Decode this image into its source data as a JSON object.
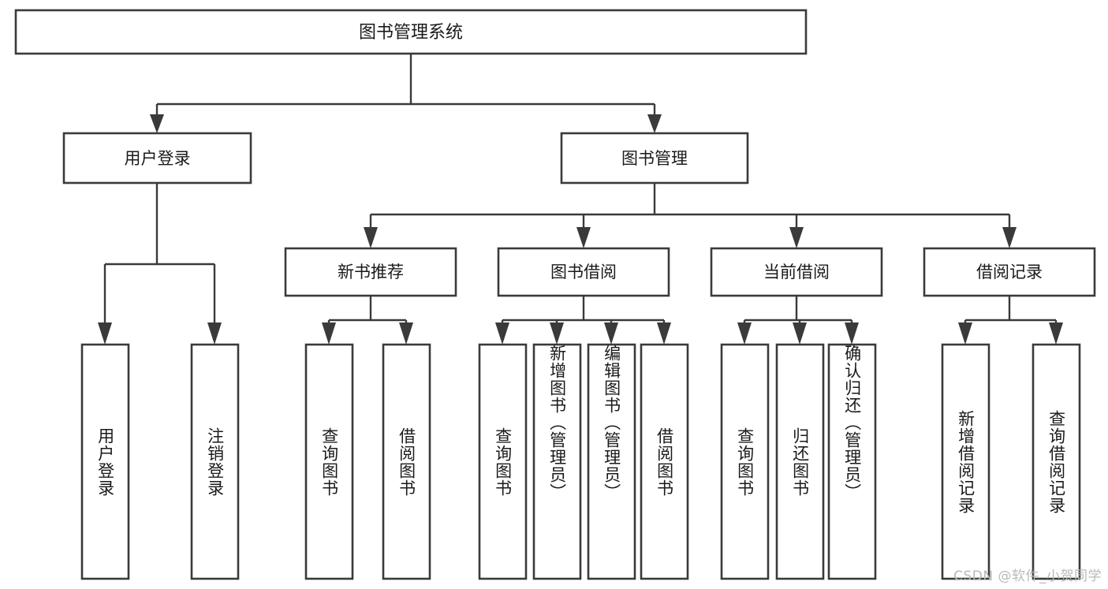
{
  "diagram": {
    "type": "tree-hierarchy-chart",
    "title_node": {
      "id": "root",
      "label": "图书管理系统"
    },
    "level2": [
      {
        "id": "user-login",
        "label": "用户登录"
      },
      {
        "id": "book-manage",
        "label": "图书管理"
      }
    ],
    "level3": [
      {
        "id": "new-book-recommend",
        "label": "新书推荐",
        "parent": "book-manage"
      },
      {
        "id": "book-borrow",
        "label": "图书借阅",
        "parent": "book-manage"
      },
      {
        "id": "current-borrow",
        "label": "当前借阅",
        "parent": "book-manage"
      },
      {
        "id": "borrow-record",
        "label": "借阅记录",
        "parent": "book-manage"
      }
    ],
    "leaves": [
      {
        "id": "leaf-user-login",
        "label": "用户登录",
        "parent": "user-login"
      },
      {
        "id": "leaf-logout-login",
        "label": "注销登录",
        "parent": "user-login"
      },
      {
        "id": "leaf-query-book-1",
        "label": "查询图书",
        "parent": "new-book-recommend"
      },
      {
        "id": "leaf-borrow-book-1",
        "label": "借阅图书",
        "parent": "new-book-recommend"
      },
      {
        "id": "leaf-query-book-2",
        "label": "查询图书",
        "parent": "book-borrow"
      },
      {
        "id": "leaf-add-book",
        "label": "新增图书（管理员）",
        "parent": "book-borrow"
      },
      {
        "id": "leaf-edit-book",
        "label": "编辑图书（管理员）",
        "parent": "book-borrow"
      },
      {
        "id": "leaf-borrow-book-2",
        "label": "借阅图书",
        "parent": "book-borrow"
      },
      {
        "id": "leaf-query-book-3",
        "label": "查询图书",
        "parent": "current-borrow"
      },
      {
        "id": "leaf-return-book",
        "label": "归还图书",
        "parent": "current-borrow"
      },
      {
        "id": "leaf-confirm-return",
        "label": "确认归还（管理员）",
        "parent": "current-borrow"
      },
      {
        "id": "leaf-add-record",
        "label": "新增借阅记录",
        "parent": "borrow-record"
      },
      {
        "id": "leaf-query-record",
        "label": "查询借阅记录",
        "parent": "borrow-record"
      }
    ]
  },
  "watermark": {
    "text": "CSDN @软件_小贺同学"
  },
  "colors": {
    "stroke": "#3a3a3a",
    "box_fill": "#ffffff",
    "text": "#1a1a1a",
    "watermark": "#b9b9b9",
    "background": "#ffffff"
  }
}
